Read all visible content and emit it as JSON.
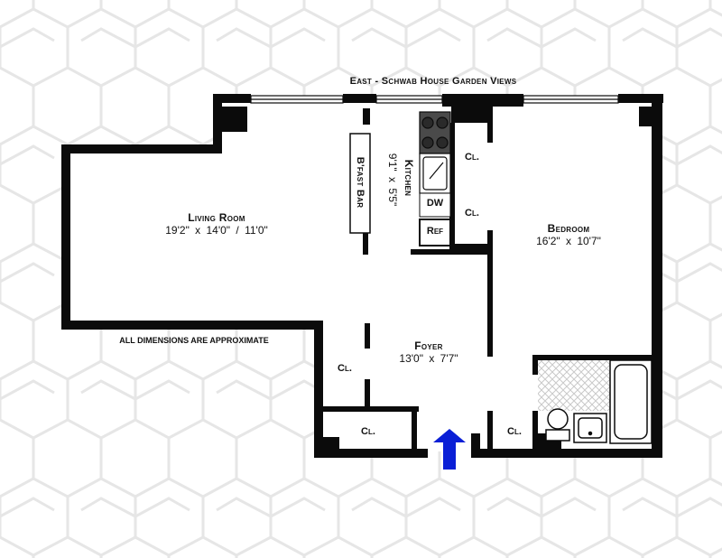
{
  "header": {
    "view_label": "East - Schwab House Garden Views"
  },
  "note": "ALL DIMENSIONS ARE APPROXIMATE",
  "rooms": {
    "living_room": {
      "name": "Living Room",
      "dims": "19'2\" x 14'0\" / 11'0\""
    },
    "kitchen": {
      "name": "Kitchen",
      "dims": "9'1\" x 5'5\""
    },
    "bfast_bar": {
      "name": "B'fast Bar"
    },
    "bedroom": {
      "name": "Bedroom",
      "dims": "16'2\" x 10'7\""
    },
    "foyer": {
      "name": "Foyer",
      "dims": "13'0\" x 7'7\""
    }
  },
  "closets": {
    "label": "Cl."
  },
  "appliances": {
    "dw": "DW",
    "ref": "Ref"
  },
  "entrance": {
    "icon": "arrow-up-icon",
    "color": "#0a1fd6"
  },
  "colors": {
    "wall": "#0b0b0b",
    "pattern": "#e6e6e6"
  }
}
